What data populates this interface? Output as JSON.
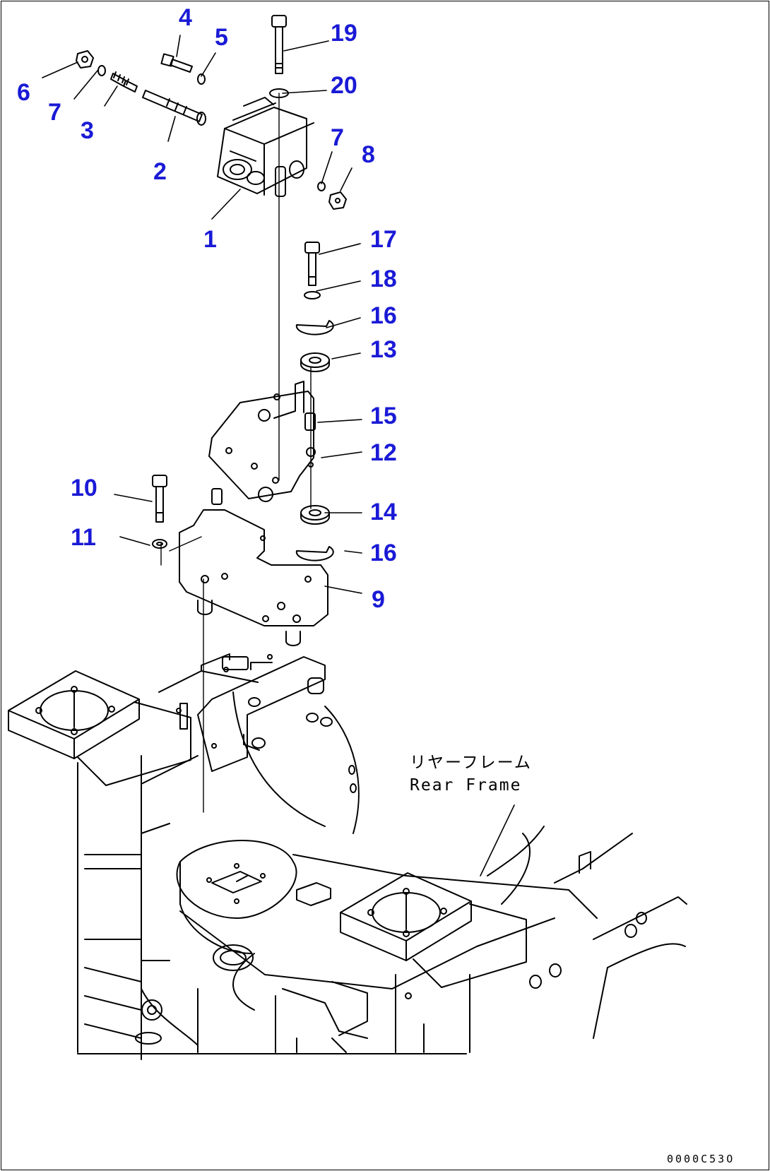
{
  "callouts": [
    {
      "id": "c1",
      "text": "1"
    },
    {
      "id": "c2",
      "text": "2"
    },
    {
      "id": "c3",
      "text": "3"
    },
    {
      "id": "c4",
      "text": "4"
    },
    {
      "id": "c5",
      "text": "5"
    },
    {
      "id": "c6",
      "text": "6"
    },
    {
      "id": "c7a",
      "text": "7"
    },
    {
      "id": "c7b",
      "text": "7"
    },
    {
      "id": "c8",
      "text": "8"
    },
    {
      "id": "c9",
      "text": "9"
    },
    {
      "id": "c10",
      "text": "10"
    },
    {
      "id": "c11",
      "text": "11"
    },
    {
      "id": "c12",
      "text": "12"
    },
    {
      "id": "c13",
      "text": "13"
    },
    {
      "id": "c14",
      "text": "14"
    },
    {
      "id": "c15",
      "text": "15"
    },
    {
      "id": "c16a",
      "text": "16"
    },
    {
      "id": "c16b",
      "text": "16"
    },
    {
      "id": "c17",
      "text": "17"
    },
    {
      "id": "c18",
      "text": "18"
    },
    {
      "id": "c19",
      "text": "19"
    },
    {
      "id": "c20",
      "text": "20"
    }
  ],
  "rear_frame_label": {
    "japanese": "リヤーフレーム",
    "english": "Rear Frame"
  },
  "drawing_code": "0000C53O",
  "colors": {
    "callout": "#1a1ad6",
    "line": "#000000",
    "background": "#ffffff"
  }
}
